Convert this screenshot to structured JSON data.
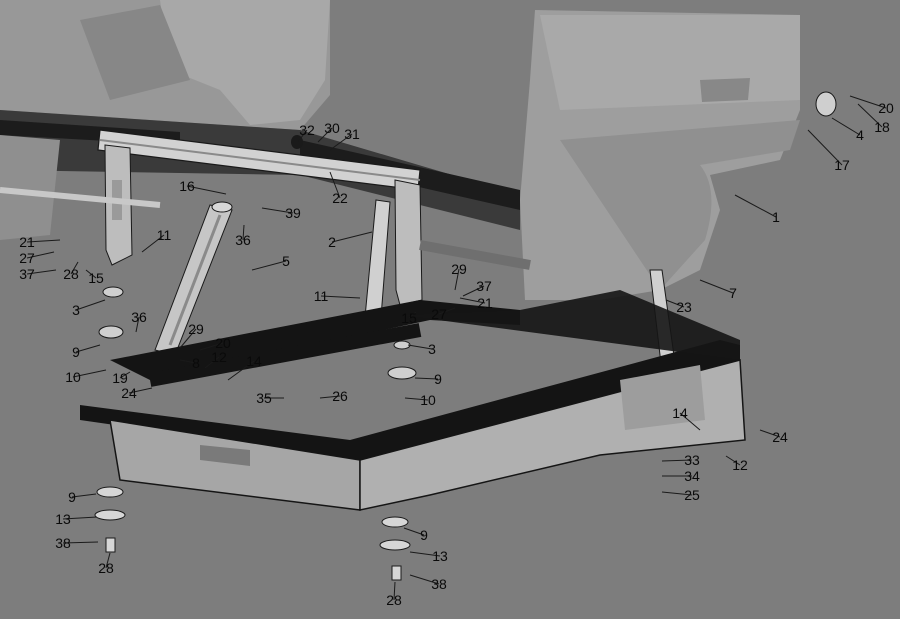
{
  "diagram": {
    "colors": {
      "background": "#7d7d7d",
      "body_panel": "#9a9a9a",
      "frame": "#151515",
      "frame_face": "#a4a4a4",
      "light_part": "#c9c9c9",
      "leader": "#1a1a1a",
      "label": "#0a0a0a"
    },
    "callouts": [
      {
        "text": "1"
      },
      {
        "text": "2"
      },
      {
        "text": "3"
      },
      {
        "text": "3"
      },
      {
        "text": "4"
      },
      {
        "text": "5"
      },
      {
        "text": "7"
      },
      {
        "text": "8"
      },
      {
        "text": "9"
      },
      {
        "text": "9"
      },
      {
        "text": "9"
      },
      {
        "text": "9"
      },
      {
        "text": "10"
      },
      {
        "text": "10"
      },
      {
        "text": "11"
      },
      {
        "text": "11"
      },
      {
        "text": "12"
      },
      {
        "text": "12"
      },
      {
        "text": "13"
      },
      {
        "text": "13"
      },
      {
        "text": "14"
      },
      {
        "text": "14"
      },
      {
        "text": "15"
      },
      {
        "text": "15"
      },
      {
        "text": "16"
      },
      {
        "text": "17"
      },
      {
        "text": "18"
      },
      {
        "text": "19"
      },
      {
        "text": "20"
      },
      {
        "text": "20"
      },
      {
        "text": "21"
      },
      {
        "text": "21"
      },
      {
        "text": "22"
      },
      {
        "text": "23"
      },
      {
        "text": "24"
      },
      {
        "text": "24"
      },
      {
        "text": "25"
      },
      {
        "text": "26"
      },
      {
        "text": "27"
      },
      {
        "text": "27"
      },
      {
        "text": "28"
      },
      {
        "text": "28"
      },
      {
        "text": "28"
      },
      {
        "text": "29"
      },
      {
        "text": "29"
      },
      {
        "text": "30"
      },
      {
        "text": "31"
      },
      {
        "text": "32"
      },
      {
        "text": "33"
      },
      {
        "text": "34"
      },
      {
        "text": "35"
      },
      {
        "text": "36"
      },
      {
        "text": "36"
      },
      {
        "text": "37"
      },
      {
        "text": "37"
      },
      {
        "text": "38"
      },
      {
        "text": "38"
      },
      {
        "text": "39"
      }
    ]
  }
}
